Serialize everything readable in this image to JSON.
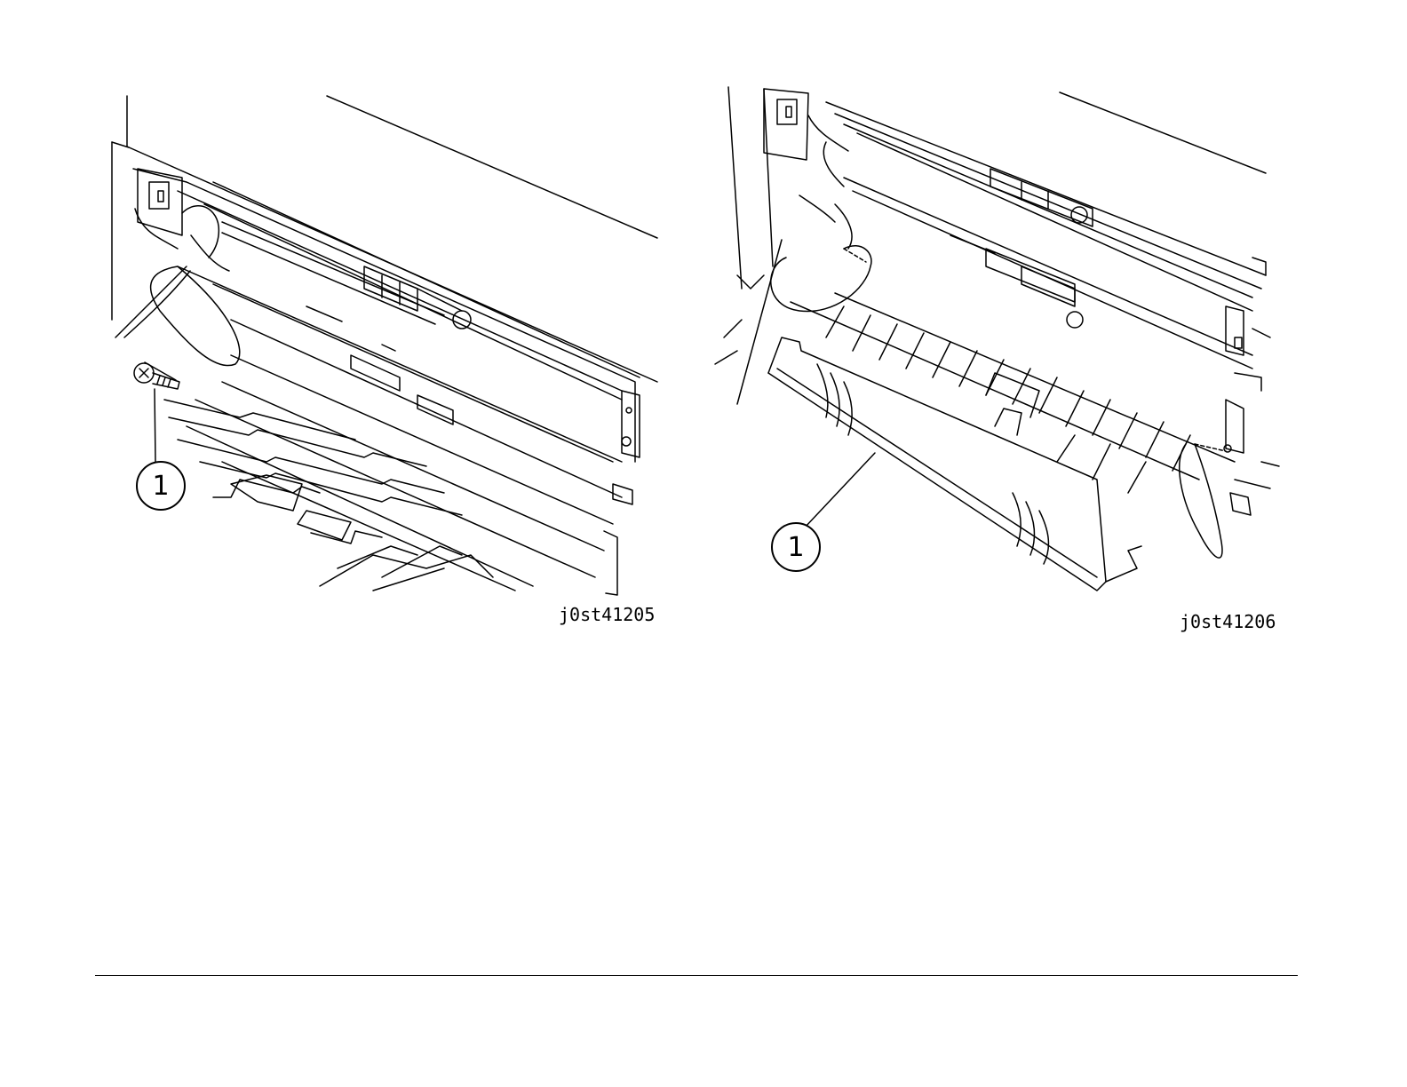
{
  "figures": [
    {
      "figure_id": "j0st41205",
      "callout": "1",
      "depicts": "screw"
    },
    {
      "figure_id": "j0st41206",
      "callout": "1",
      "depicts": "cover"
    }
  ],
  "colors": {
    "line": "#000000",
    "background": "#ffffff"
  }
}
